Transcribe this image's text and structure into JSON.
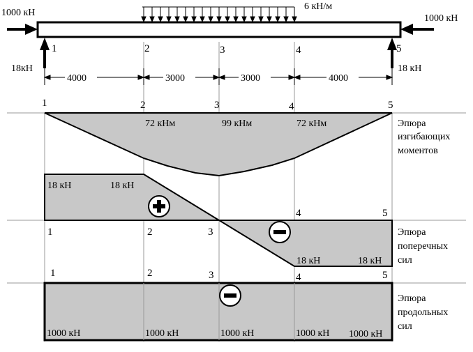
{
  "beam": {
    "load_left": "1000 кН",
    "load_right": "1000 кН",
    "distributed_load": "6 кН/м",
    "reaction_left": "18кН",
    "reaction_right": "18 кН",
    "nodes": [
      "1",
      "2",
      "3",
      "4",
      "5"
    ],
    "spans": [
      "4000",
      "3000",
      "3000",
      "4000"
    ]
  },
  "moment": {
    "nodes": [
      "1",
      "2",
      "3",
      "4",
      "5"
    ],
    "values": [
      "72 кНм",
      "99 кНм",
      "72 кНм"
    ],
    "caption": [
      "Эпюра",
      "изгибающих",
      "моментов"
    ]
  },
  "shear": {
    "nodes_top": [
      "4",
      "5"
    ],
    "nodes_bottom": [
      "1",
      "2",
      "3"
    ],
    "values": [
      "18 кН",
      "18 кН",
      "18 кН",
      "18 кН"
    ],
    "caption": [
      "Эпюра",
      "поперечных",
      "сил"
    ]
  },
  "axial": {
    "nodes": [
      "1",
      "2",
      "3",
      "4",
      "5"
    ],
    "values": [
      "1000 кН",
      "1000 кН",
      "1000 кН",
      "1000 кН",
      "1000 кН"
    ],
    "caption": [
      "Эпюра",
      "продольных",
      "сил"
    ]
  },
  "colors": {
    "fill": "#c8c8c8",
    "line": "#000000",
    "grid": "#9a9a9a"
  }
}
